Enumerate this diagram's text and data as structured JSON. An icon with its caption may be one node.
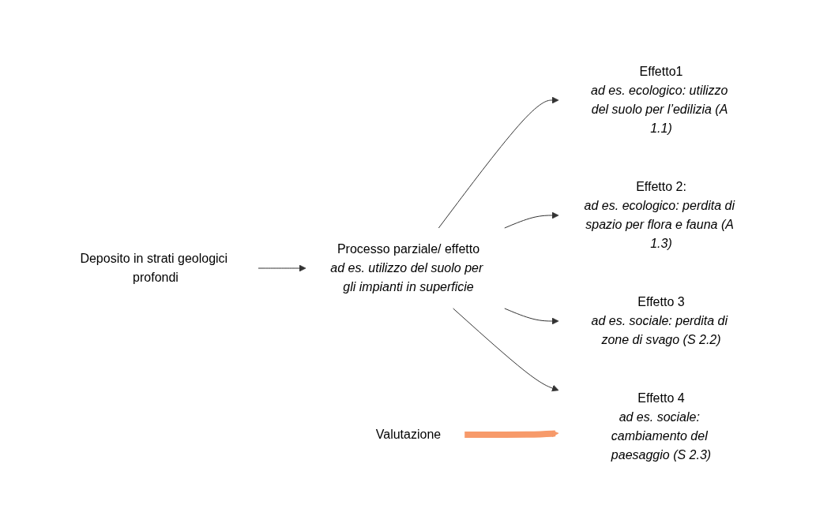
{
  "diagram": {
    "nodes": [
      {
        "text": [
          "Deposito in strati geologici profondi"
        ]
      },
      {
        "text": [
          "Processo parziale/ effetto",
          "ad es. utilizzo del suolo per gli impianti in superficie"
        ]
      },
      {
        "text": [
          "Effetto1",
          "ad es. ecologico: utilizzo del suolo per l’edilizia (A 1.1)"
        ]
      },
      {
        "text": [
          "Effetto 2:",
          "ad es. ecologico: perdita di spazio per flora e fauna (A 1.3)"
        ]
      },
      {
        "text": [
          "Effetto 3",
          "ad es. sociale: perdita di zone di svago (S 2.2)"
        ]
      },
      {
        "text": [
          "Effetto 4",
          "ad es. sociale: cambiamento del paesaggio (S 2.3)"
        ]
      },
      {
        "text": [
          "Valutazione"
        ]
      }
    ],
    "edges": [
      {
        "from": 0,
        "to": 1,
        "arrow": "to"
      },
      {
        "from": 1,
        "to": 2,
        "arrow": "to"
      },
      {
        "from": 1,
        "to": 3,
        "arrow": "to"
      },
      {
        "from": 1,
        "to": 4,
        "arrow": "to"
      },
      {
        "from": 1,
        "to": 5,
        "arrow": "to"
      },
      {
        "from": 6,
        "to": 5,
        "arrow": "to",
        "style": "thick",
        "color": "#f79a6a"
      }
    ]
  }
}
